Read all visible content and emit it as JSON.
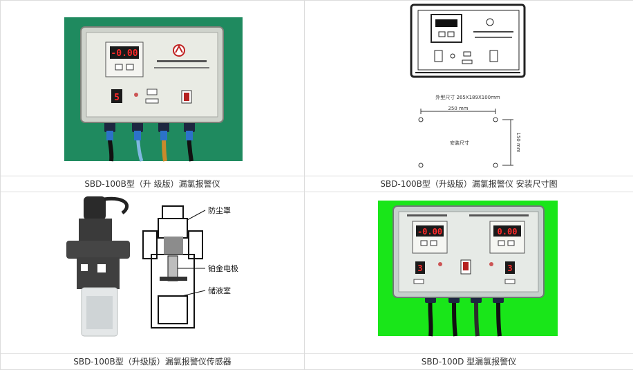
{
  "products": [
    {
      "caption": "SBD-100B型（升 级版）漏氯报警仪",
      "panel": {
        "display": "-0.00",
        "alarm_digit": "5"
      }
    },
    {
      "caption": "SBD-100B型（升级版）漏氯报警仪 安装尺寸图",
      "drawing": {
        "outline_size": "外型尺寸  265X189X100mm",
        "width_dim": "250 mm",
        "height_dim": "150 mm",
        "mount_label": "安装尺寸"
      }
    },
    {
      "caption": "SBD-100B型（升级版）漏氯报警仪传感器",
      "sensor": {
        "label_cap": "防尘罩",
        "label_electrode": "铂金电极",
        "label_chamber": "储液室"
      }
    },
    {
      "caption": "SBD-100D 型漏氯报警仪",
      "panel": {
        "display_left": "-0.00",
        "display_right": "0.00",
        "digit_left": "3",
        "digit_right": "3"
      }
    }
  ],
  "colors": {
    "green_bg_1": "#1f8a5f",
    "green_bg_2": "#19e619",
    "display_red": "#ff2a2a"
  }
}
